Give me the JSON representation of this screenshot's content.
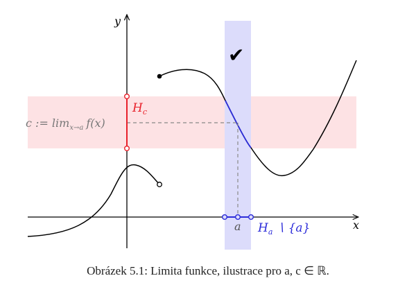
{
  "figure": {
    "axis_x_label": "x",
    "axis_y_label": "y",
    "h_c_label": "H",
    "h_c_sub": "c",
    "c_def_label": "c := lim",
    "c_def_sub": "x→a",
    "c_def_func": "f(x)",
    "a_label": "a",
    "h_a_label": "H",
    "h_a_sub": "a",
    "h_a_rest": "∖ {a}",
    "check_mark": "✔"
  },
  "caption": {
    "text": "Obrázek 5.1: Limita funkce, ilustrace pro a, c ∈ ℝ."
  },
  "colors": {
    "h_c_band": "#fde2e4",
    "h_a_band": "#dcdcfb",
    "h_c_segment": "#e8202a",
    "h_a_segment": "#2b2bd9",
    "curve": "#000000",
    "dashed": "#888888"
  }
}
